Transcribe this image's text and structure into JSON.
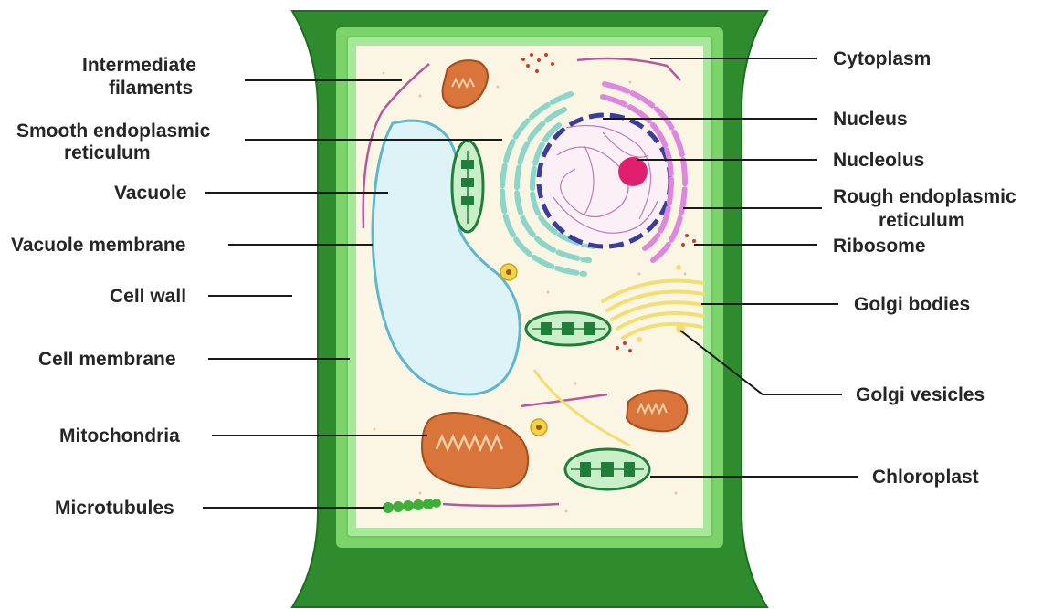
{
  "labels_left": {
    "intermediate_filaments_1": "Intermediate",
    "intermediate_filaments_2": "filaments",
    "smooth_er_1": "Smooth endoplasmic",
    "smooth_er_2": "reticulum",
    "vacuole": "Vacuole",
    "vacuole_membrane": "Vacuole membrane",
    "cell_wall": "Cell wall",
    "cell_membrane": "Cell membrane",
    "mitochondria": "Mitochondria",
    "microtubules": "Microtubules"
  },
  "labels_right": {
    "cytoplasm": "Cytoplasm",
    "nucleus": "Nucleus",
    "nucleolus": "Nucleolus",
    "rough_er_1": "Rough endoplasmic",
    "rough_er_2": "reticulum",
    "ribosome": "Ribosome",
    "golgi_bodies": "Golgi bodies",
    "golgi_vesicles": "Golgi vesicles",
    "chloroplast": "Chloroplast"
  },
  "colors": {
    "cell_wall": "#2e8b2e",
    "cell_wall_inner": "#7bd36a",
    "cytoplasm": "#fbf6e4",
    "vacuole": "#def3f8",
    "vacuole_membrane": "#5fb6cf",
    "nucleus_border": "#3a3d9c",
    "nucleolus": "#e0206f",
    "rough_er": "#dd88de",
    "smooth_er": "#8cd6c9",
    "golgi": "#f2de72",
    "mitochondria": "#d9743a",
    "chloroplast": "#1f7f3a",
    "filaments": "#b35a9c"
  }
}
